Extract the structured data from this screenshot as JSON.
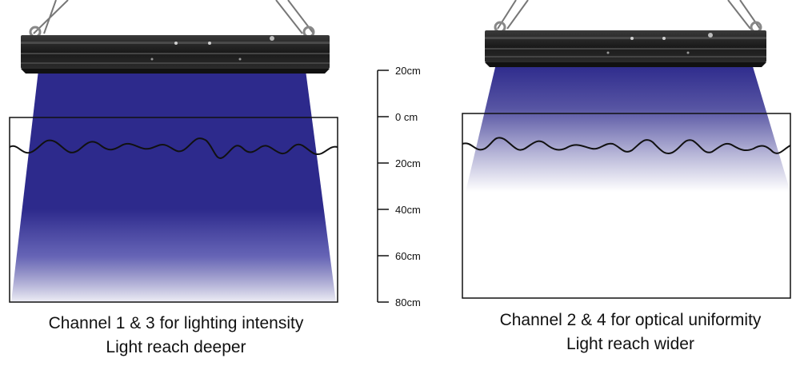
{
  "colors": {
    "light_blue": "#2d2a8c",
    "fixture_body": "#1e1e1e",
    "outline": "#111111"
  },
  "scale": {
    "marks": [
      "20cm",
      "0 cm",
      "20cm",
      "40cm",
      "60cm",
      "80cm"
    ]
  },
  "left_panel": {
    "line1": "Channel 1 & 3 for lighting intensity",
    "line2": "Light reach deeper"
  },
  "right_panel": {
    "line1": "Channel 2 & 4 for optical uniformity",
    "line2": "Light reach wider"
  }
}
